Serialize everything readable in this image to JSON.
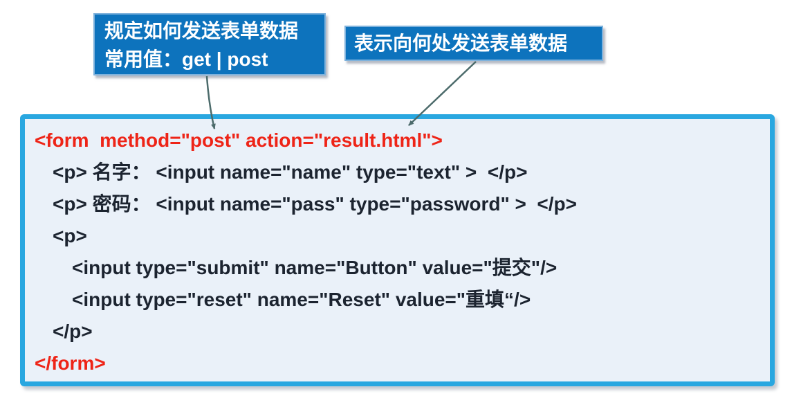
{
  "colors": {
    "callout_fill": "#0d73bd",
    "callout_border": "#7fb2dc",
    "callout_text": "#ffffff",
    "code_box_fill": "#eaf1f9",
    "code_box_border": "#29a7e0",
    "code_text_dark": "#1c2430",
    "code_text_red": "#ee2417",
    "arrow": "#4c6b6b"
  },
  "callouts": {
    "method": {
      "line1": "规定如何发送表单数据",
      "line2": "常用值：get | post"
    },
    "action": {
      "line1": "表示向何处发送表单数据"
    }
  },
  "code_lines": [
    {
      "text": "<form  method=\"post\" action=\"result.html\">",
      "color": "red",
      "indent": 0
    },
    {
      "text": "<p> 名字： <input name=\"name\" type=\"text\" >  </p>",
      "color": "dark",
      "indent": 1
    },
    {
      "text": "<p> 密码： <input name=\"pass\" type=\"password\" >  </p>",
      "color": "dark",
      "indent": 1
    },
    {
      "text": "<p>",
      "color": "dark",
      "indent": 1
    },
    {
      "text": "<input type=\"submit\" name=\"Button\" value=\"提交\"/>",
      "color": "dark",
      "indent": 2
    },
    {
      "text": "<input type=\"reset\" name=\"Reset\" value=\"重填“/>",
      "color": "dark",
      "indent": 2
    },
    {
      "text": "</p>",
      "color": "dark",
      "indent": 1
    },
    {
      "text": "</form>",
      "color": "red",
      "indent": 0
    }
  ]
}
